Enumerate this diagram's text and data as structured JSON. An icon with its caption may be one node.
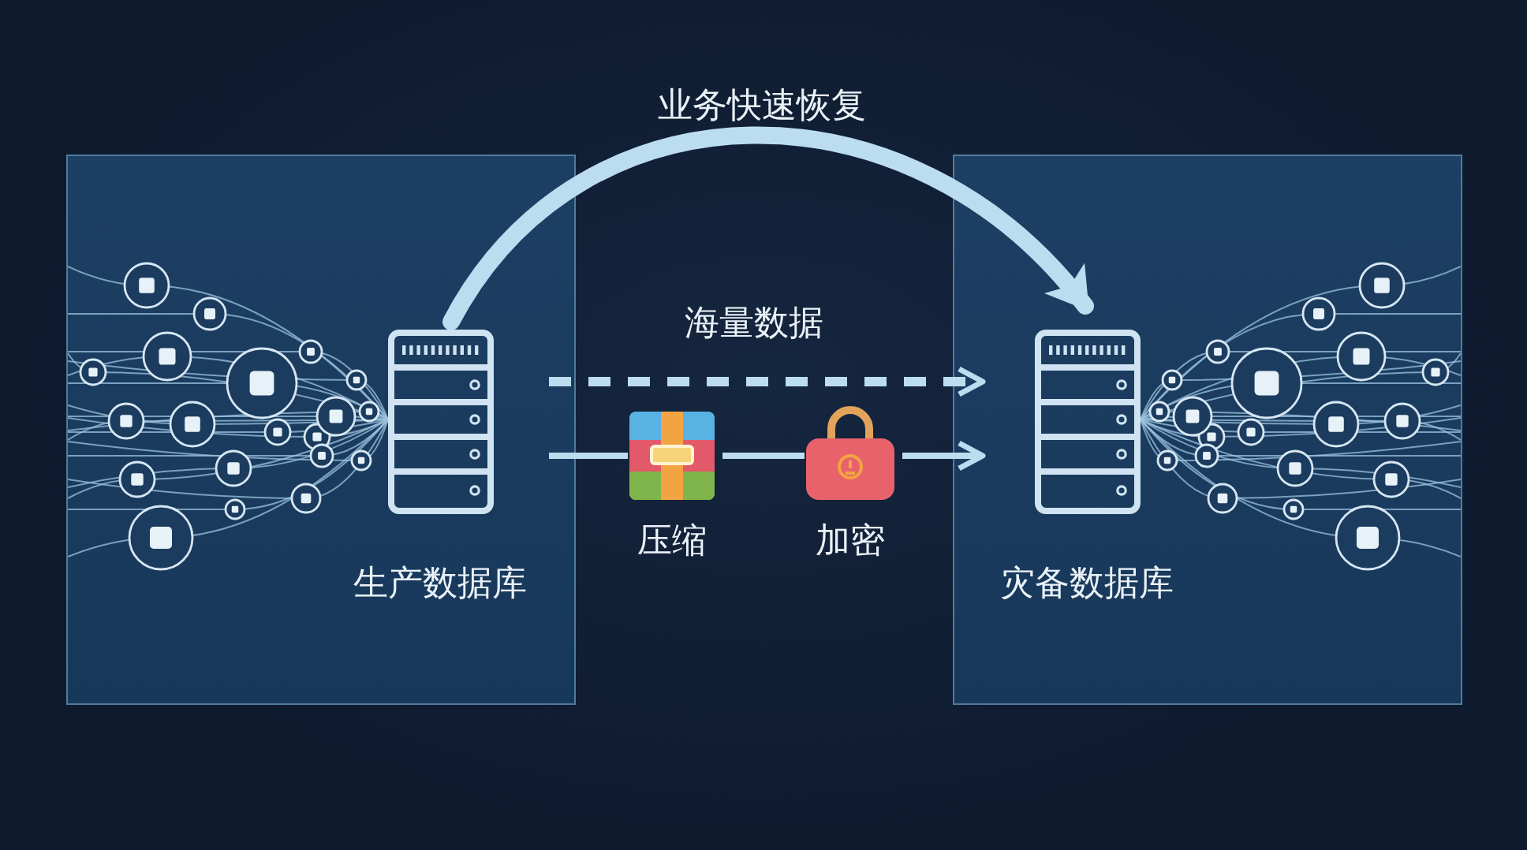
{
  "diagram": {
    "nodes": [
      {
        "text": [],
        "shape": "box"
      },
      {
        "text": [
          "生产数据库"
        ],
        "in": 0
      },
      {
        "text": [],
        "shape": "box"
      },
      {
        "text": [
          "灾备数据库"
        ],
        "in": 2
      },
      {
        "text": [
          "压缩"
        ]
      },
      {
        "text": [
          "加密"
        ]
      }
    ],
    "edges": [
      {
        "from": 1,
        "to": 3,
        "arrow": "to",
        "label": "业务快速恢复",
        "style": "thick"
      },
      {
        "from": 1,
        "to": 3,
        "arrow": "to",
        "label": "海量数据",
        "style": "dashed"
      },
      {
        "from": 1,
        "to": 4,
        "arrow": "none"
      },
      {
        "from": 4,
        "to": 5,
        "arrow": "none"
      },
      {
        "from": 5,
        "to": 3,
        "arrow": "to"
      }
    ]
  }
}
